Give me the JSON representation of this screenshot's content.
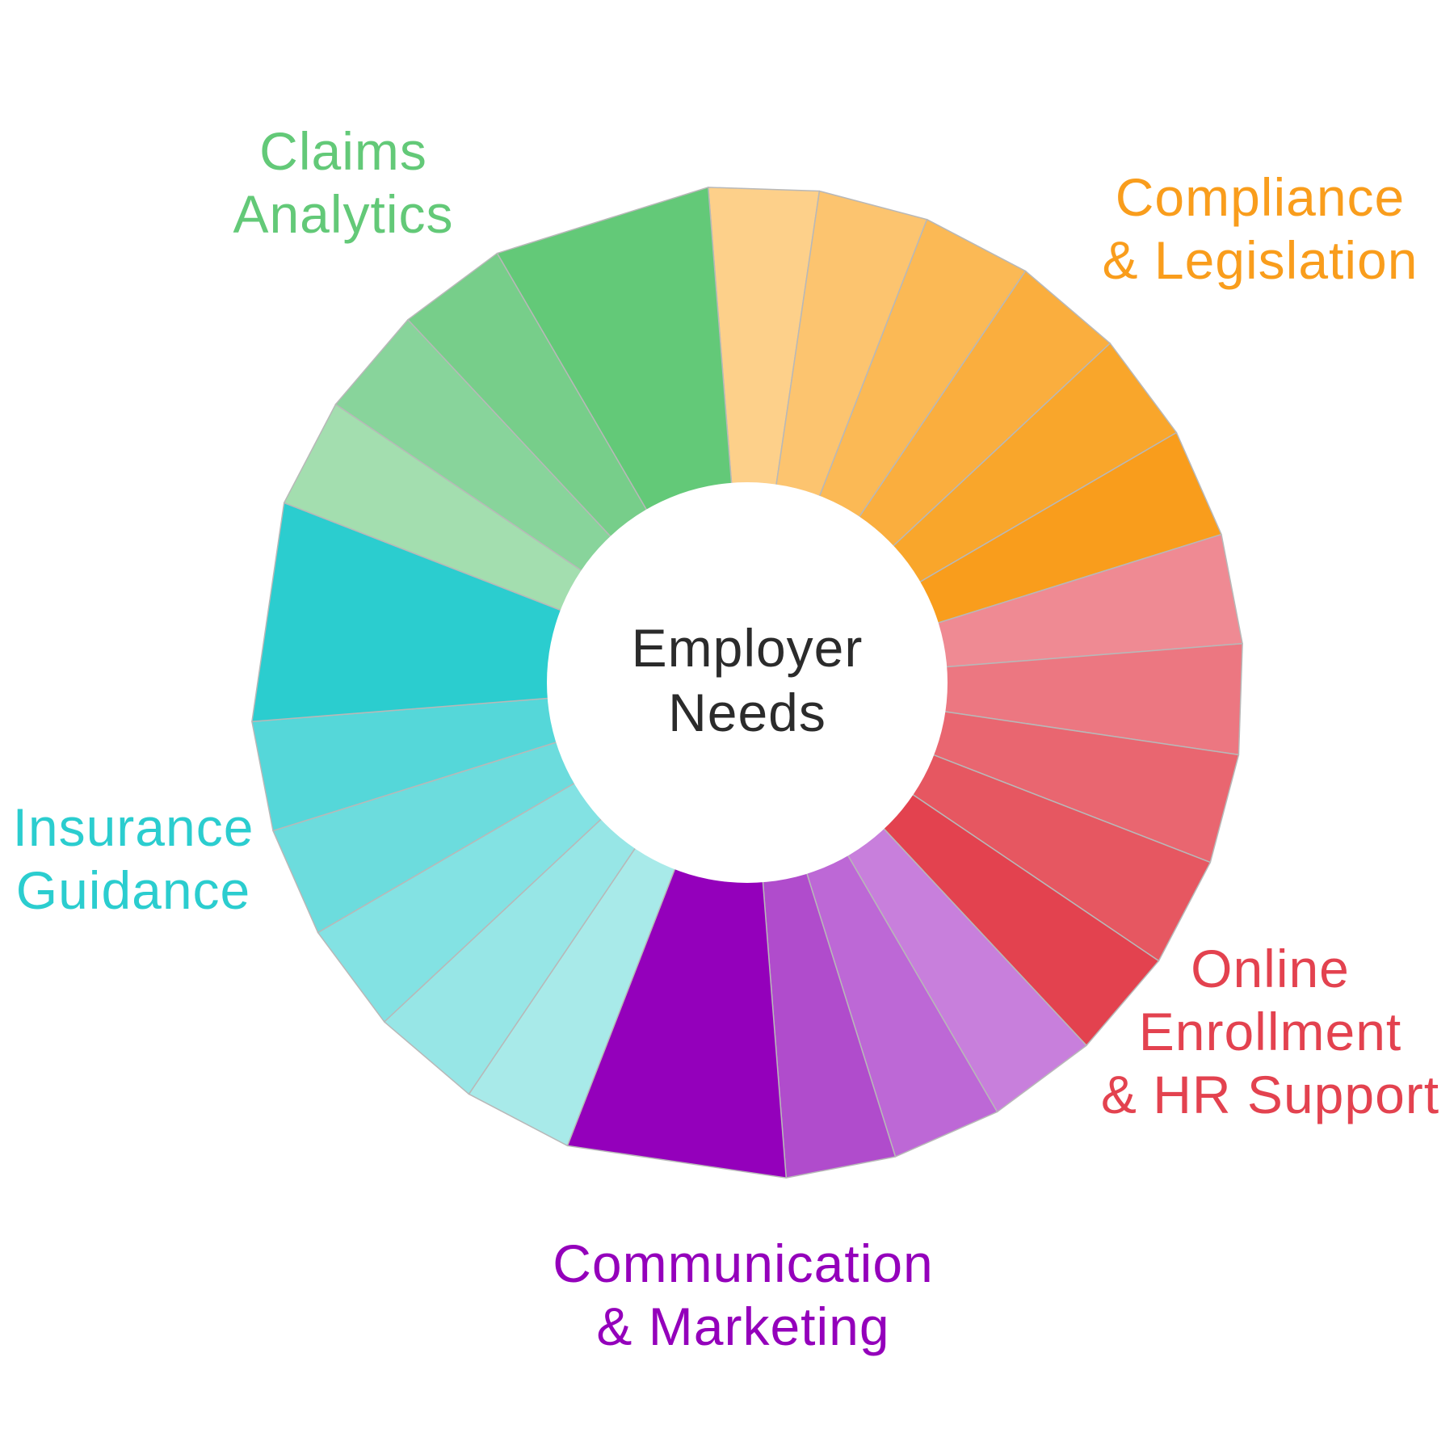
{
  "center": {
    "line1": "Employer",
    "line2": "Needs"
  },
  "groups": [
    {
      "id": "compliance",
      "lines": [
        "Compliance",
        "& Legislation"
      ],
      "color": "#f99d1c",
      "shades": [
        "#fdd08a",
        "#fcc46f",
        "#fbb955",
        "#faae3e",
        "#f9a62b",
        "#f99d1c"
      ],
      "weights": [
        1,
        1,
        1,
        1,
        1,
        1
      ]
    },
    {
      "id": "online",
      "lines": [
        "Online",
        "Enrollment",
        "& HR Support"
      ],
      "color": "#e3424f",
      "shades": [
        "#ef8a93",
        "#ec7781",
        "#e96670",
        "#e65761",
        "#e3424f"
      ],
      "weights": [
        1,
        1,
        1,
        1,
        1
      ]
    },
    {
      "id": "communication",
      "lines": [
        "Communication",
        "& Marketing"
      ],
      "color": "#9400bb",
      "shades": [
        "#c87fdc",
        "#bd68d6",
        "#b04ccc",
        "#9400bb"
      ],
      "weights": [
        1,
        1,
        1,
        2
      ]
    },
    {
      "id": "insurance",
      "lines": [
        "Insurance",
        "Guidance"
      ],
      "color": "#2bcdcf",
      "shades": [
        "#a8eae9",
        "#97e6e6",
        "#83e2e3",
        "#6cdcdd",
        "#55d7d9",
        "#2bcdcf"
      ],
      "weights": [
        1,
        1,
        1,
        1,
        1,
        2
      ]
    },
    {
      "id": "claims",
      "lines": [
        "Claims",
        "Analytics"
      ],
      "color": "#63c978",
      "shades": [
        "#a3deaf",
        "#88d49b",
        "#77ce8a",
        "#63c978"
      ],
      "weights": [
        1,
        1,
        1,
        2
      ]
    }
  ]
}
